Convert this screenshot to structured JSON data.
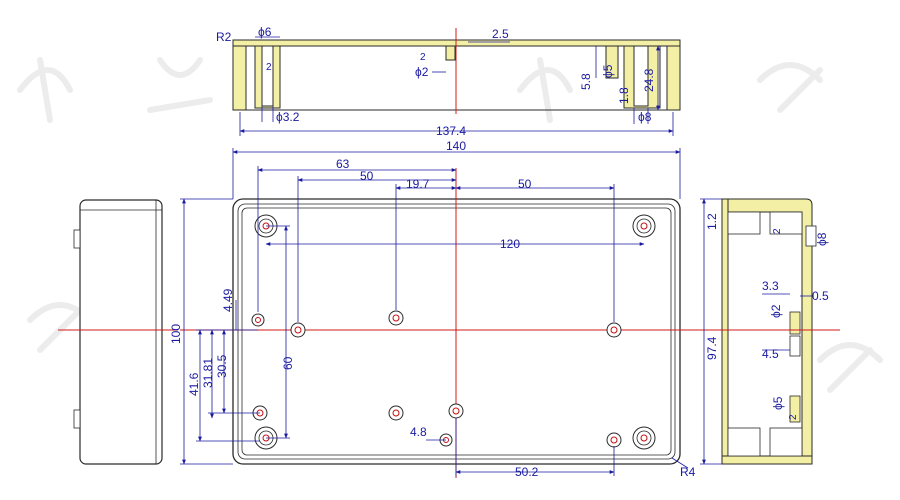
{
  "colors": {
    "outline": "#2a2a2a",
    "dimension": "#1a1aa0",
    "centerline": "#d01818",
    "wall_fill": "#f3f0a6",
    "hole": "#c01010"
  },
  "top_section": {
    "dims": {
      "r2": "R2",
      "dia6": "ϕ6",
      "r2_post": "2",
      "r2_center": "2",
      "dia2_center": "ϕ2",
      "val_2_5": "2.5",
      "val_5_8": "5.8",
      "dia5": "ϕ5",
      "val_1_8": "1.8",
      "val_24_8": "24.8",
      "dia3_2": "ϕ3.2",
      "val_137_4": "137.4",
      "dia8": "ϕ8"
    }
  },
  "plan_view": {
    "dims": {
      "val_140": "140",
      "val_63": "63",
      "val_50_left": "50",
      "val_19_7": "19.7",
      "val_50_right": "50",
      "val_120": "120",
      "val_100": "100",
      "val_4_49": "4.49",
      "val_60": "60",
      "val_41_6": "41.6",
      "val_31_81": "31.81",
      "val_30_5": "30.5",
      "val_4_8": "4.8",
      "val_50_2": "50.2",
      "r4": "R4"
    }
  },
  "right_section": {
    "dims": {
      "val_1_2": "1.2",
      "r2": "2",
      "dia8": "ϕ8",
      "val_3_3": "3.3",
      "dia2": "ϕ2",
      "val_0_5": "0.5",
      "val_97_4": "97.4",
      "val_4_5": "4.5",
      "dia5": "ϕ5",
      "r2_lower": "2"
    }
  }
}
